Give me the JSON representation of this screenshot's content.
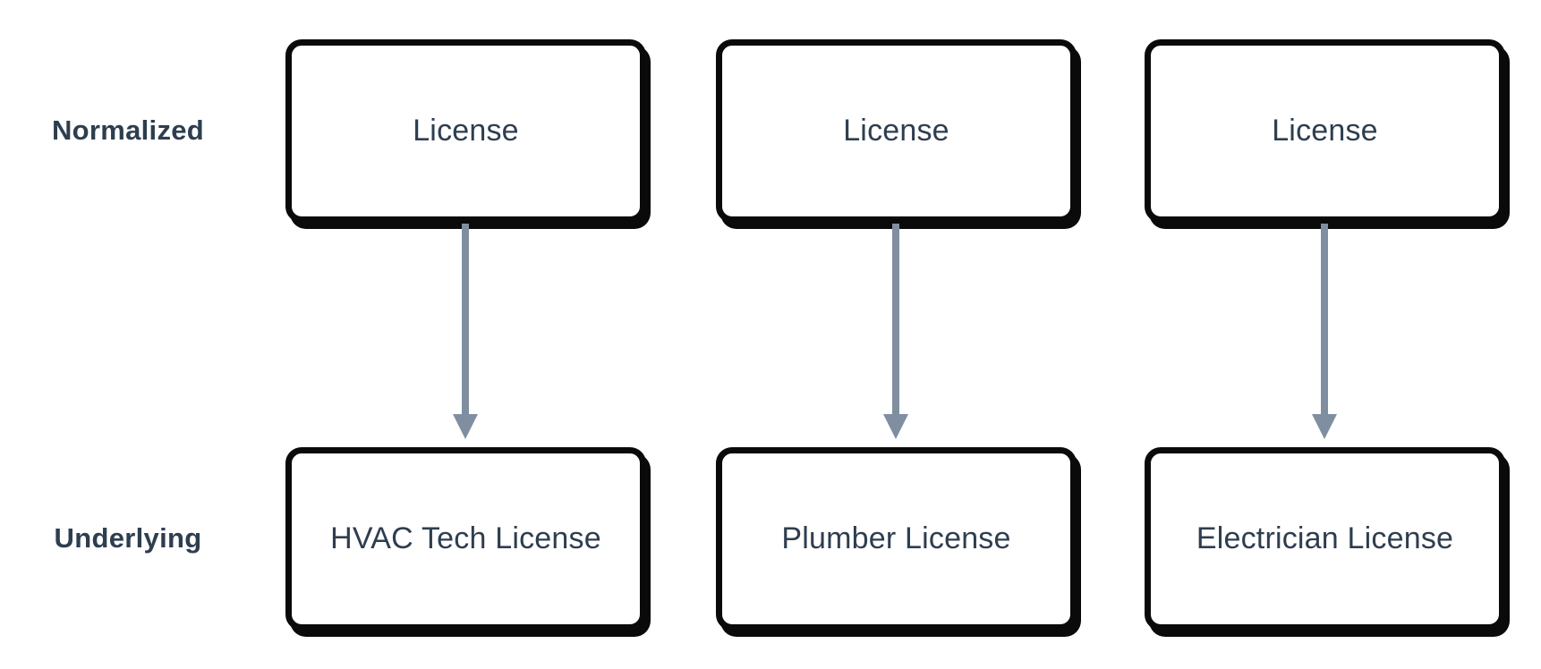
{
  "diagram": {
    "background_color": "#ffffff",
    "box_fill_color": "#ffffff",
    "box_border_color": "#0a0a0a",
    "text_color": "#2e3e4f",
    "arrow_color": "#7f8fa1",
    "rows": [
      {
        "label": "Normalized"
      },
      {
        "label": "Underlying"
      }
    ],
    "columns": [
      {
        "normalized_label": "License",
        "underlying_label": "HVAC Tech License"
      },
      {
        "normalized_label": "License",
        "underlying_label": "Plumber License"
      },
      {
        "normalized_label": "License",
        "underlying_label": "Electrician License"
      }
    ]
  }
}
